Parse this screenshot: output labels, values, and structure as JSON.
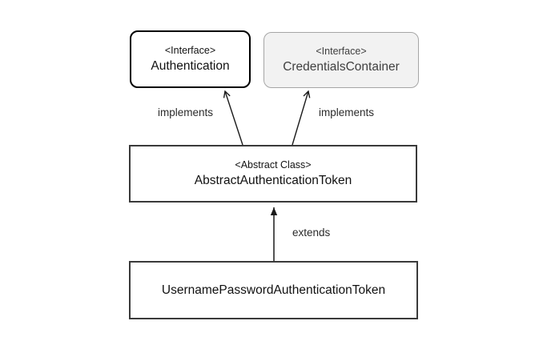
{
  "diagram": {
    "type": "uml-class-diagram",
    "background_color": "#ffffff",
    "nodes": [
      {
        "id": "authentication",
        "stereotype": "<Interface>",
        "name": "Authentication",
        "shape": "rounded-rect",
        "fill_color": "#ffffff",
        "border_color": "#000000",
        "text_color": "#111111"
      },
      {
        "id": "credentials-container",
        "stereotype": "<Interface>",
        "name": "CredentialsContainer",
        "shape": "rounded-rect",
        "fill_color": "#f2f2f2",
        "border_color": "#a6a6a6",
        "text_color": "#404040"
      },
      {
        "id": "abstract-authentication-token",
        "stereotype": "<Abstract Class>",
        "name": "AbstractAuthenticationToken",
        "shape": "rect",
        "fill_color": "#ffffff",
        "border_color": "#3a3a3a",
        "text_color": "#111111"
      },
      {
        "id": "username-password-authentication-token",
        "stereotype": "",
        "name": "UsernamePasswordAuthenticationToken",
        "shape": "rect",
        "fill_color": "#ffffff",
        "border_color": "#3a3a3a",
        "text_color": "#111111"
      }
    ],
    "edges": [
      {
        "label": "implements",
        "from": "abstract-authentication-token",
        "to": "authentication",
        "arrowhead": "open",
        "line_color": "#1a1a1a"
      },
      {
        "label": "implements",
        "from": "abstract-authentication-token",
        "to": "credentials-container",
        "arrowhead": "open",
        "line_color": "#1a1a1a"
      },
      {
        "label": "extends",
        "from": "username-password-authentication-token",
        "to": "abstract-authentication-token",
        "arrowhead": "filled",
        "line_color": "#1a1a1a"
      }
    ]
  }
}
